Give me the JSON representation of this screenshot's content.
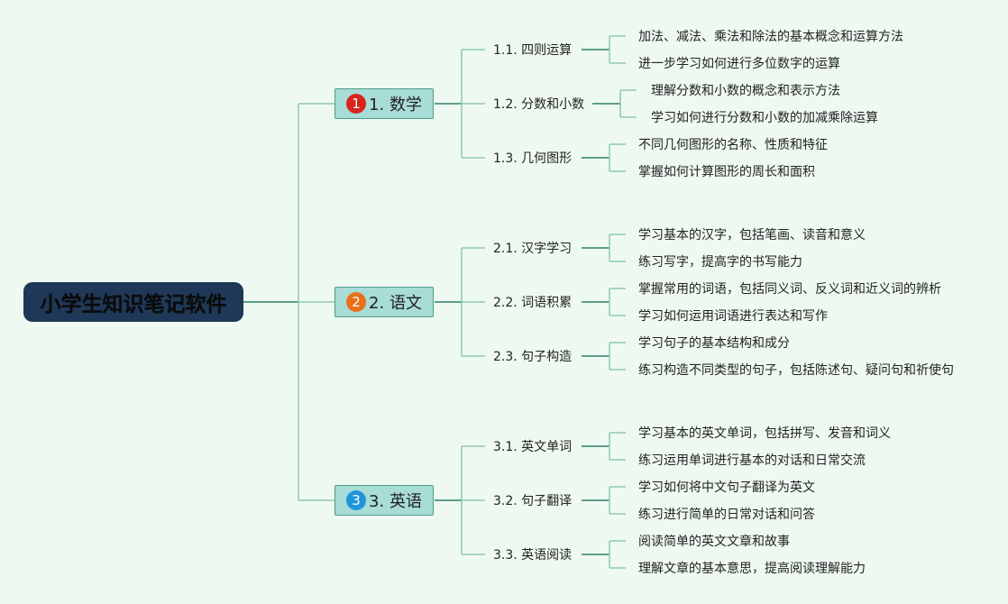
{
  "root": {
    "title": "小学生知识笔记软件"
  },
  "colors": {
    "background": "#eefaf1",
    "line": "#8fc7b3",
    "node_fill": "#a8dcd7",
    "node_border": "#4f9a8a",
    "root_fill": "#1f3857"
  },
  "topics": [
    {
      "badge": "1",
      "badge_color": "#d9251c",
      "label": "1. 数学",
      "subs": [
        {
          "label": "1.1. 四则运算",
          "leaves": [
            "加法、减法、乘法和除法的基本概念和运算方法",
            "进一步学习如何进行多位数字的运算"
          ]
        },
        {
          "label": "1.2. 分数和小数",
          "leaves": [
            "理解分数和小数的概念和表示方法",
            "学习如何进行分数和小数的加减乘除运算"
          ]
        },
        {
          "label": "1.3. 几何图形",
          "leaves": [
            "不同几何图形的名称、性质和特征",
            "掌握如何计算图形的周长和面积"
          ]
        }
      ]
    },
    {
      "badge": "2",
      "badge_color": "#e8701c",
      "label": "2. 语文",
      "subs": [
        {
          "label": "2.1. 汉字学习",
          "leaves": [
            "学习基本的汉字，包括笔画、读音和意义",
            "练习写字，提高字的书写能力"
          ]
        },
        {
          "label": "2.2. 词语积累",
          "leaves": [
            "掌握常用的词语，包括同义词、反义词和近义词的辨析",
            "学习如何运用词语进行表达和写作"
          ]
        },
        {
          "label": "2.3. 句子构造",
          "leaves": [
            "学习句子的基本结构和成分",
            "练习构造不同类型的句子，包括陈述句、疑问句和祈使句"
          ]
        }
      ]
    },
    {
      "badge": "3",
      "badge_color": "#1f95dc",
      "label": "3. 英语",
      "subs": [
        {
          "label": "3.1. 英文单词",
          "leaves": [
            "学习基本的英文单词，包括拼写、发音和词义",
            "练习运用单词进行基本的对话和日常交流"
          ]
        },
        {
          "label": "3.2. 句子翻译",
          "leaves": [
            "学习如何将中文句子翻译为英文",
            "练习进行简单的日常对话和问答"
          ]
        },
        {
          "label": "3.3. 英语阅读",
          "leaves": [
            "阅读简单的英文文章和故事",
            "理解文章的基本意思，提高阅读理解能力"
          ]
        }
      ]
    }
  ]
}
